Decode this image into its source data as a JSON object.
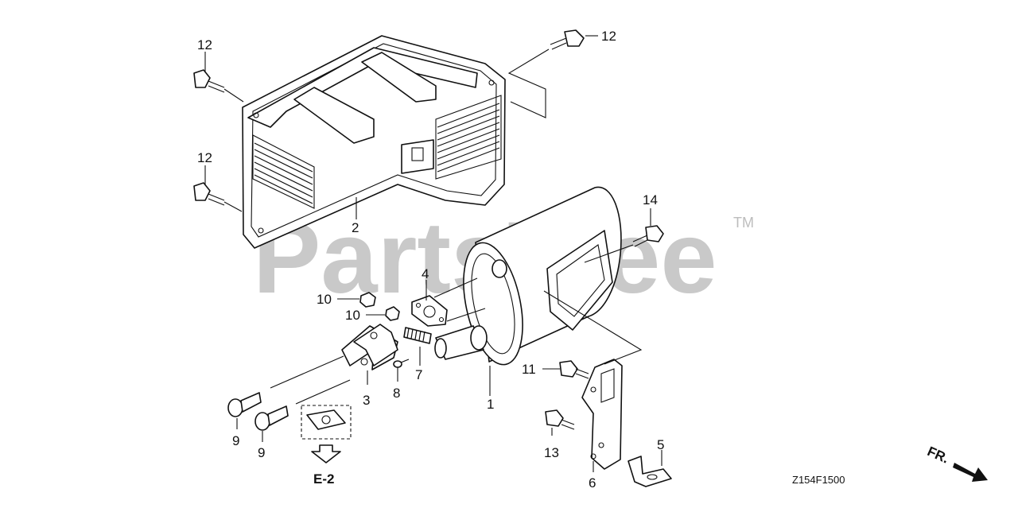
{
  "watermark": {
    "brand": "PartsTree",
    "trademark": "TM"
  },
  "diagram_code": "Z154F1500",
  "direction_label": "FR.",
  "reference": {
    "label": "E-2"
  },
  "callouts": {
    "p1": "1",
    "p2": "2",
    "p3": "3",
    "p4": "4",
    "p5": "5",
    "p6": "6",
    "p7": "7",
    "p8": "8",
    "p9a": "9",
    "p9b": "9",
    "p10a": "10",
    "p10b": "10",
    "p11": "11",
    "p12a": "12",
    "p12b": "12",
    "p12c": "12",
    "p13": "13",
    "p14": "14"
  }
}
